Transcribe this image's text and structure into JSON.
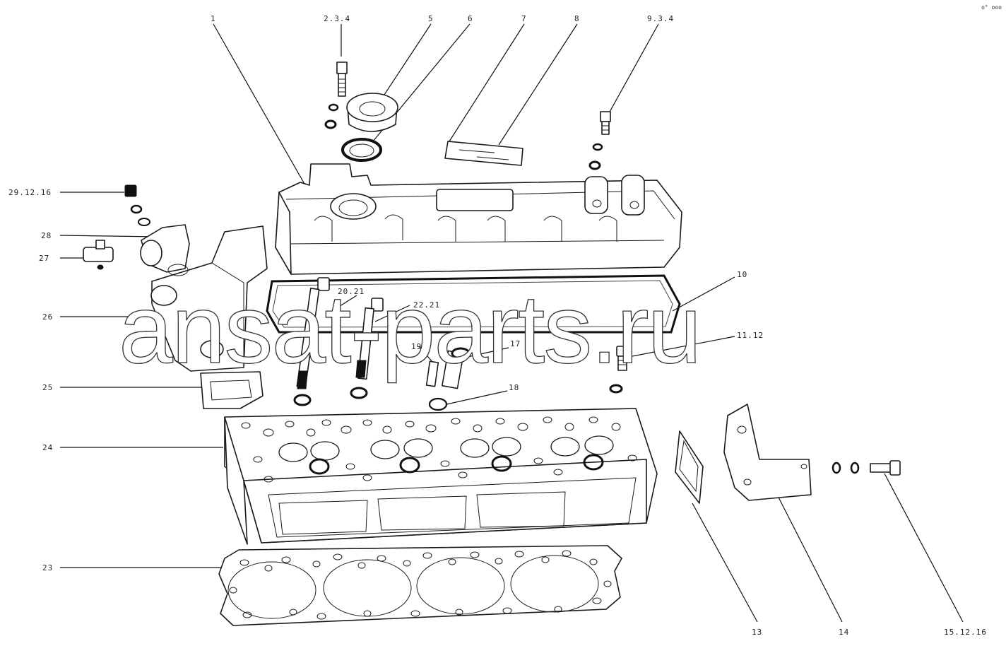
{
  "callouts": {
    "c1": "1",
    "c2": "2.3.4",
    "c5": "5",
    "c6": "6",
    "c7": "7",
    "c8": "8",
    "c9": "9.3.4",
    "c10": "10",
    "c11": "11.12",
    "c13": "13",
    "c14": "14",
    "c15": "15.12.16",
    "c17": "17",
    "c18": "18",
    "c19": "19",
    "c20": "20.21",
    "c22": "22.21",
    "c23": "23",
    "c24": "24",
    "c25": "25",
    "c26": "26",
    "c27": "27",
    "c28": "28",
    "c29": "29.12.16"
  },
  "watermark": "ansat-parts.ru",
  "corner_mark": "o° ooo"
}
